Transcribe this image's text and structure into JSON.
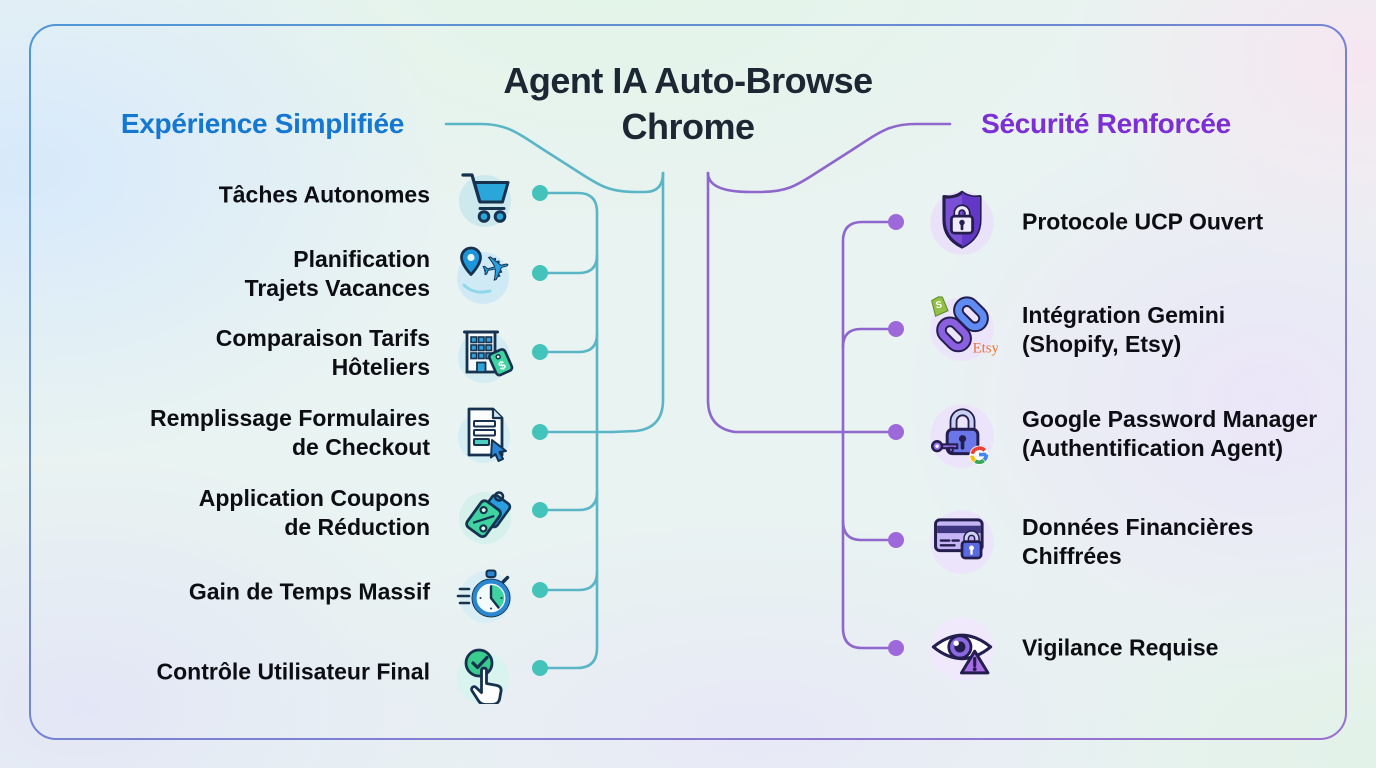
{
  "title": {
    "line1": "Agent IA Auto-Browse",
    "line2": "Chrome"
  },
  "left_branch": {
    "heading": "Expérience Simplifiée",
    "heading_color": "#1478d2",
    "line_color": "#5ab5c6",
    "dot_color": "#44c3bb",
    "items": [
      {
        "label": "Tâches Autonomes",
        "icon": "cart-icon"
      },
      {
        "label": "Planification\nTrajets Vacances",
        "icon": "travel-pin-plane-icon"
      },
      {
        "label": "Comparaison Tarifs\nHôteliers",
        "icon": "hotel-price-tag-icon"
      },
      {
        "label": "Remplissage Formulaires\nde Checkout",
        "icon": "form-cursor-icon"
      },
      {
        "label": "Application Coupons\nde Réduction",
        "icon": "coupon-tags-icon"
      },
      {
        "label": "Gain de Temps Massif",
        "icon": "stopwatch-icon"
      },
      {
        "label": "Contrôle Utilisateur Final",
        "icon": "hand-check-icon"
      }
    ]
  },
  "right_branch": {
    "heading": "Sécurité Renforcée",
    "heading_color": "#7b2fd4",
    "line_color": "#8e66cc",
    "dot_color": "#9d68da",
    "items": [
      {
        "label": "Protocole UCP Ouvert",
        "icon": "shield-lock-icon"
      },
      {
        "label": "Intégration Gemini\n(Shopify, Etsy)",
        "icon": "chain-link-icon"
      },
      {
        "label": "Google Password Manager\n(Authentification Agent)",
        "icon": "padlock-key-icon"
      },
      {
        "label": "Données Financières\nChiffrées",
        "icon": "credit-card-lock-icon"
      },
      {
        "label": "Vigilance Requise",
        "icon": "eye-warning-icon"
      }
    ]
  },
  "border": {
    "color_start": "#4f98d5",
    "color_end": "#9a6fd0"
  },
  "icon_text": {
    "dollar": "$",
    "plane_glyph": "✈",
    "shopify_s": "S",
    "etsy": "Etsy"
  }
}
